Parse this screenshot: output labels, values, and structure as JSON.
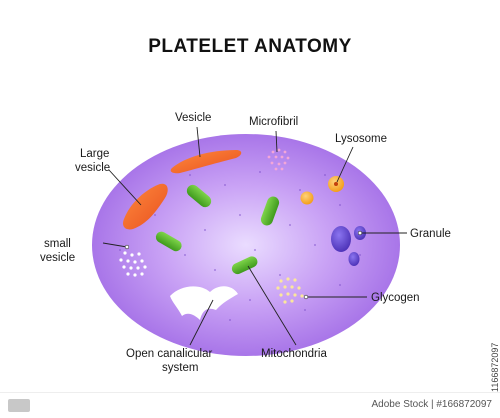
{
  "title": "PLATELET ANATOMY",
  "labels": {
    "vesicle": "Vesicle",
    "microfibril": "Microfibril",
    "lysosome": "Lysosome",
    "large_vesicle_1": "Large",
    "large_vesicle_2": "vesicle",
    "small_vesicle_1": "small",
    "small_vesicle_2": "vesicle",
    "granule": "Granule",
    "glycogen": "Glycogen",
    "ocs_1": "Open canalicular",
    "ocs_2": "system",
    "mitochondria": "Mitochondria"
  },
  "stock": {
    "id": "Adobe Stock | #166872097",
    "side_id": "1166872097"
  },
  "colors": {
    "cell": "#a36be6",
    "cell_center": "#e6d4ff",
    "vesicle": "#f26a2e",
    "mitochondria": "#5cb82e",
    "lysosome": "#f5a122",
    "granule": "#5b40c7",
    "leader": "#222222"
  }
}
